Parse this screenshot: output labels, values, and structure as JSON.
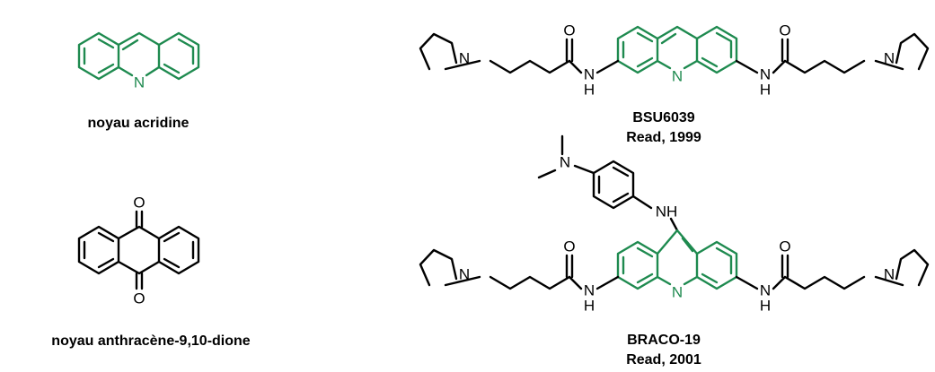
{
  "colors": {
    "core": "#1e8a4f",
    "bond": "#000000",
    "text": "#000000"
  },
  "structures": [
    {
      "id": "acridine",
      "caption": "noyau acridine"
    },
    {
      "id": "anthraquinone",
      "caption": "noyau anthracène-9,10-dione"
    },
    {
      "id": "bsu6039",
      "caption": "BSU6039",
      "reference": "Read, 1999"
    },
    {
      "id": "braco19",
      "caption": "BRACO-19",
      "reference": "Read, 2001"
    }
  ],
  "atoms": {
    "nitrogen": "N",
    "oxygen": "O",
    "amide_nh": "H",
    "amine_nh": "NH"
  }
}
